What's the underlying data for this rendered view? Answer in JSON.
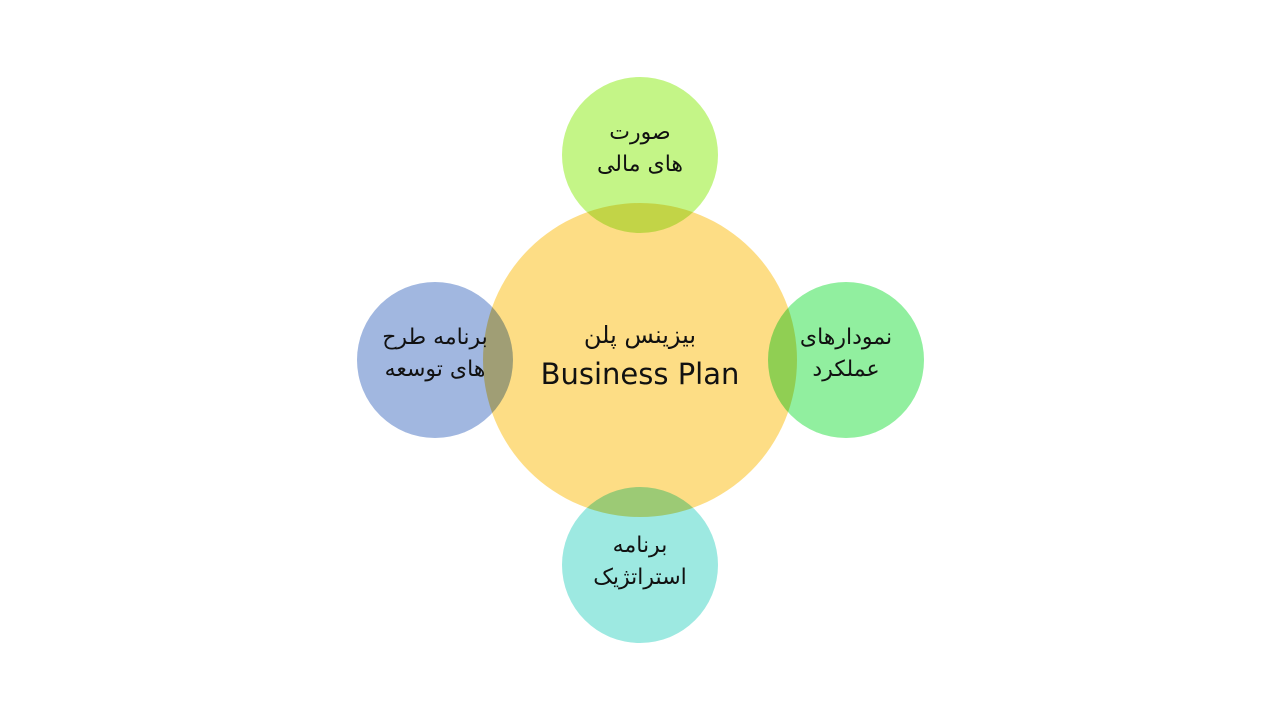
{
  "center": {
    "line1": "بیزینس پلن",
    "line2": "Business Plan",
    "color": "#FDDD85"
  },
  "nodes": [
    {
      "id": "top",
      "line1": "صورت",
      "line2": "های مالی",
      "color": "#C4F587"
    },
    {
      "id": "right",
      "line1": "نمودارهای",
      "line2": "عملکرد",
      "color": "#91EF9F"
    },
    {
      "id": "bottom",
      "line1": "برنامه",
      "line2": "استراتژیک",
      "color": "#9DE9E1"
    },
    {
      "id": "left",
      "line1": "برنامه طرح",
      "line2": "های توسعه",
      "color": "#A1B7E0"
    }
  ]
}
